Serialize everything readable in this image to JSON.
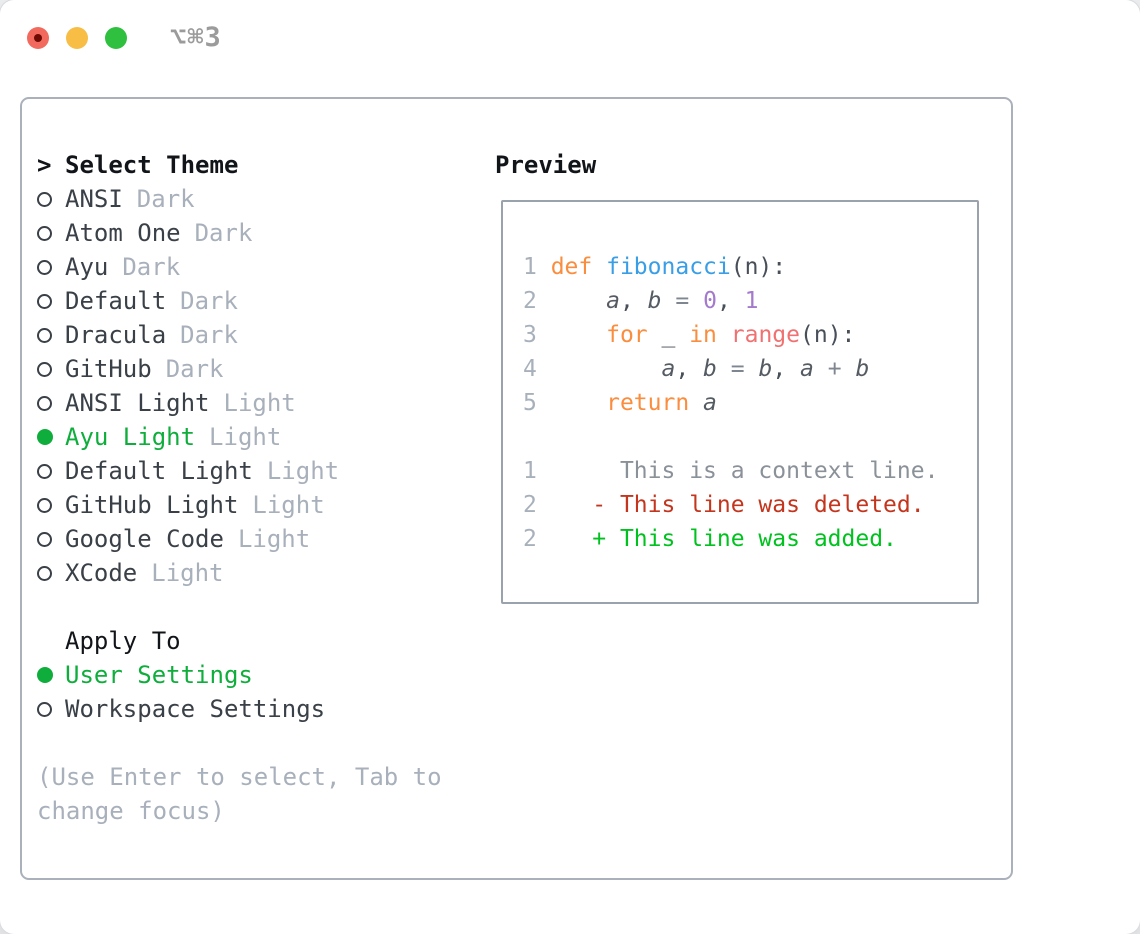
{
  "titlebar": {
    "shortcut": "⌥⌘3"
  },
  "colors": {
    "traffic_red": "#f16a5d",
    "traffic_yellow": "#f7bd45",
    "traffic_green": "#2ec03e",
    "selected_green": "#0fae3c",
    "added_green": "#00c21f",
    "deleted_red": "#c3351d",
    "keyword_orange": "#fa8d3e",
    "function_blue": "#399ee6",
    "number_purple": "#a37acc",
    "builtin_coral": "#f07171"
  },
  "left": {
    "heading": "Select Theme",
    "prompt": ">",
    "themes": [
      {
        "name": "ANSI",
        "tag": "Dark",
        "selected": false
      },
      {
        "name": "Atom One",
        "tag": "Dark",
        "selected": false
      },
      {
        "name": "Ayu",
        "tag": "Dark",
        "selected": false
      },
      {
        "name": "Default",
        "tag": "Dark",
        "selected": false
      },
      {
        "name": "Dracula",
        "tag": "Dark",
        "selected": false
      },
      {
        "name": "GitHub",
        "tag": "Dark",
        "selected": false
      },
      {
        "name": "ANSI Light",
        "tag": "Light",
        "selected": false
      },
      {
        "name": "Ayu Light",
        "tag": "Light",
        "selected": true
      },
      {
        "name": "Default Light",
        "tag": "Light",
        "selected": false
      },
      {
        "name": "GitHub Light",
        "tag": "Light",
        "selected": false
      },
      {
        "name": "Google Code",
        "tag": "Light",
        "selected": false
      },
      {
        "name": "XCode",
        "tag": "Light",
        "selected": false
      }
    ],
    "apply_heading": "Apply To",
    "apply_options": [
      {
        "name": "User Settings",
        "selected": true
      },
      {
        "name": "Workspace Settings",
        "selected": false
      }
    ],
    "help": "(Use Enter to select, Tab to change focus)"
  },
  "preview": {
    "heading": "Preview",
    "code_lines": [
      {
        "num": "1",
        "segments": [
          {
            "t": "def",
            "c": "keyword"
          },
          {
            "t": " "
          },
          {
            "t": "fibonacci",
            "c": "func"
          },
          {
            "t": "(n):"
          }
        ]
      },
      {
        "num": "2",
        "segments": [
          {
            "t": "    "
          },
          {
            "t": "a",
            "c": "var"
          },
          {
            "t": ", "
          },
          {
            "t": "b",
            "c": "var"
          },
          {
            "t": " "
          },
          {
            "t": "=",
            "c": "op"
          },
          {
            "t": " "
          },
          {
            "t": "0",
            "c": "num"
          },
          {
            "t": ", "
          },
          {
            "t": "1",
            "c": "num"
          }
        ]
      },
      {
        "num": "3",
        "segments": [
          {
            "t": "    "
          },
          {
            "t": "for",
            "c": "keyword"
          },
          {
            "t": " _ "
          },
          {
            "t": "in",
            "c": "keyword"
          },
          {
            "t": " "
          },
          {
            "t": "range",
            "c": "builtin"
          },
          {
            "t": "(n):"
          }
        ]
      },
      {
        "num": "4",
        "segments": [
          {
            "t": "        "
          },
          {
            "t": "a",
            "c": "var"
          },
          {
            "t": ", "
          },
          {
            "t": "b",
            "c": "var"
          },
          {
            "t": " "
          },
          {
            "t": "=",
            "c": "op"
          },
          {
            "t": " "
          },
          {
            "t": "b",
            "c": "var"
          },
          {
            "t": ", "
          },
          {
            "t": "a",
            "c": "var"
          },
          {
            "t": " "
          },
          {
            "t": "+",
            "c": "op"
          },
          {
            "t": " "
          },
          {
            "t": "b",
            "c": "var"
          }
        ]
      },
      {
        "num": "5",
        "segments": [
          {
            "t": "    "
          },
          {
            "t": "return",
            "c": "keyword"
          },
          {
            "t": " "
          },
          {
            "t": "a",
            "c": "var"
          }
        ]
      }
    ],
    "diff_lines": [
      {
        "num": "1",
        "marker": " ",
        "text": "This is a context line.",
        "kind": "context"
      },
      {
        "num": "2",
        "marker": "-",
        "text": "This line was deleted.",
        "kind": "deleted"
      },
      {
        "num": "2",
        "marker": "+",
        "text": "This line was added.",
        "kind": "added"
      }
    ]
  }
}
